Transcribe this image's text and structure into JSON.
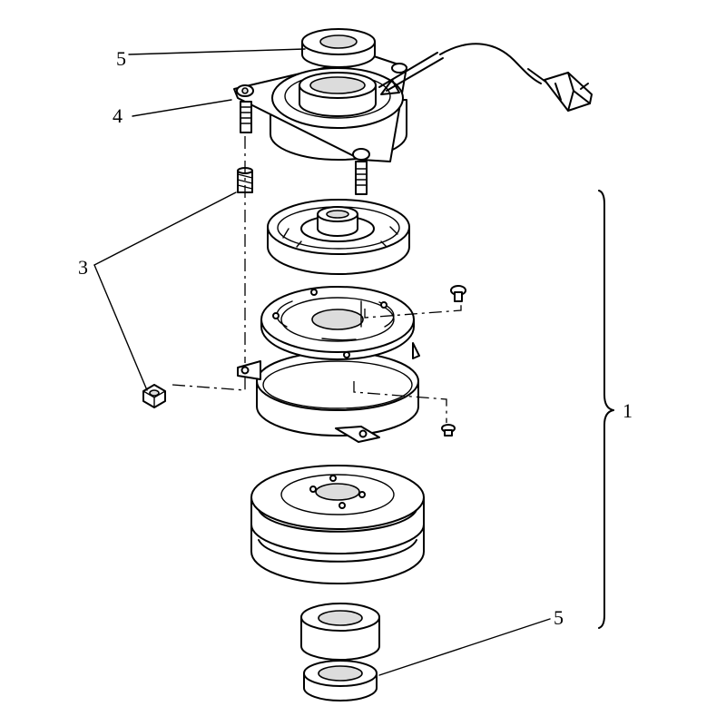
{
  "callouts": {
    "bearing_top": "5",
    "bracket": "4",
    "hardware": "3",
    "assembly": "1",
    "bearing_bottom": "5"
  }
}
